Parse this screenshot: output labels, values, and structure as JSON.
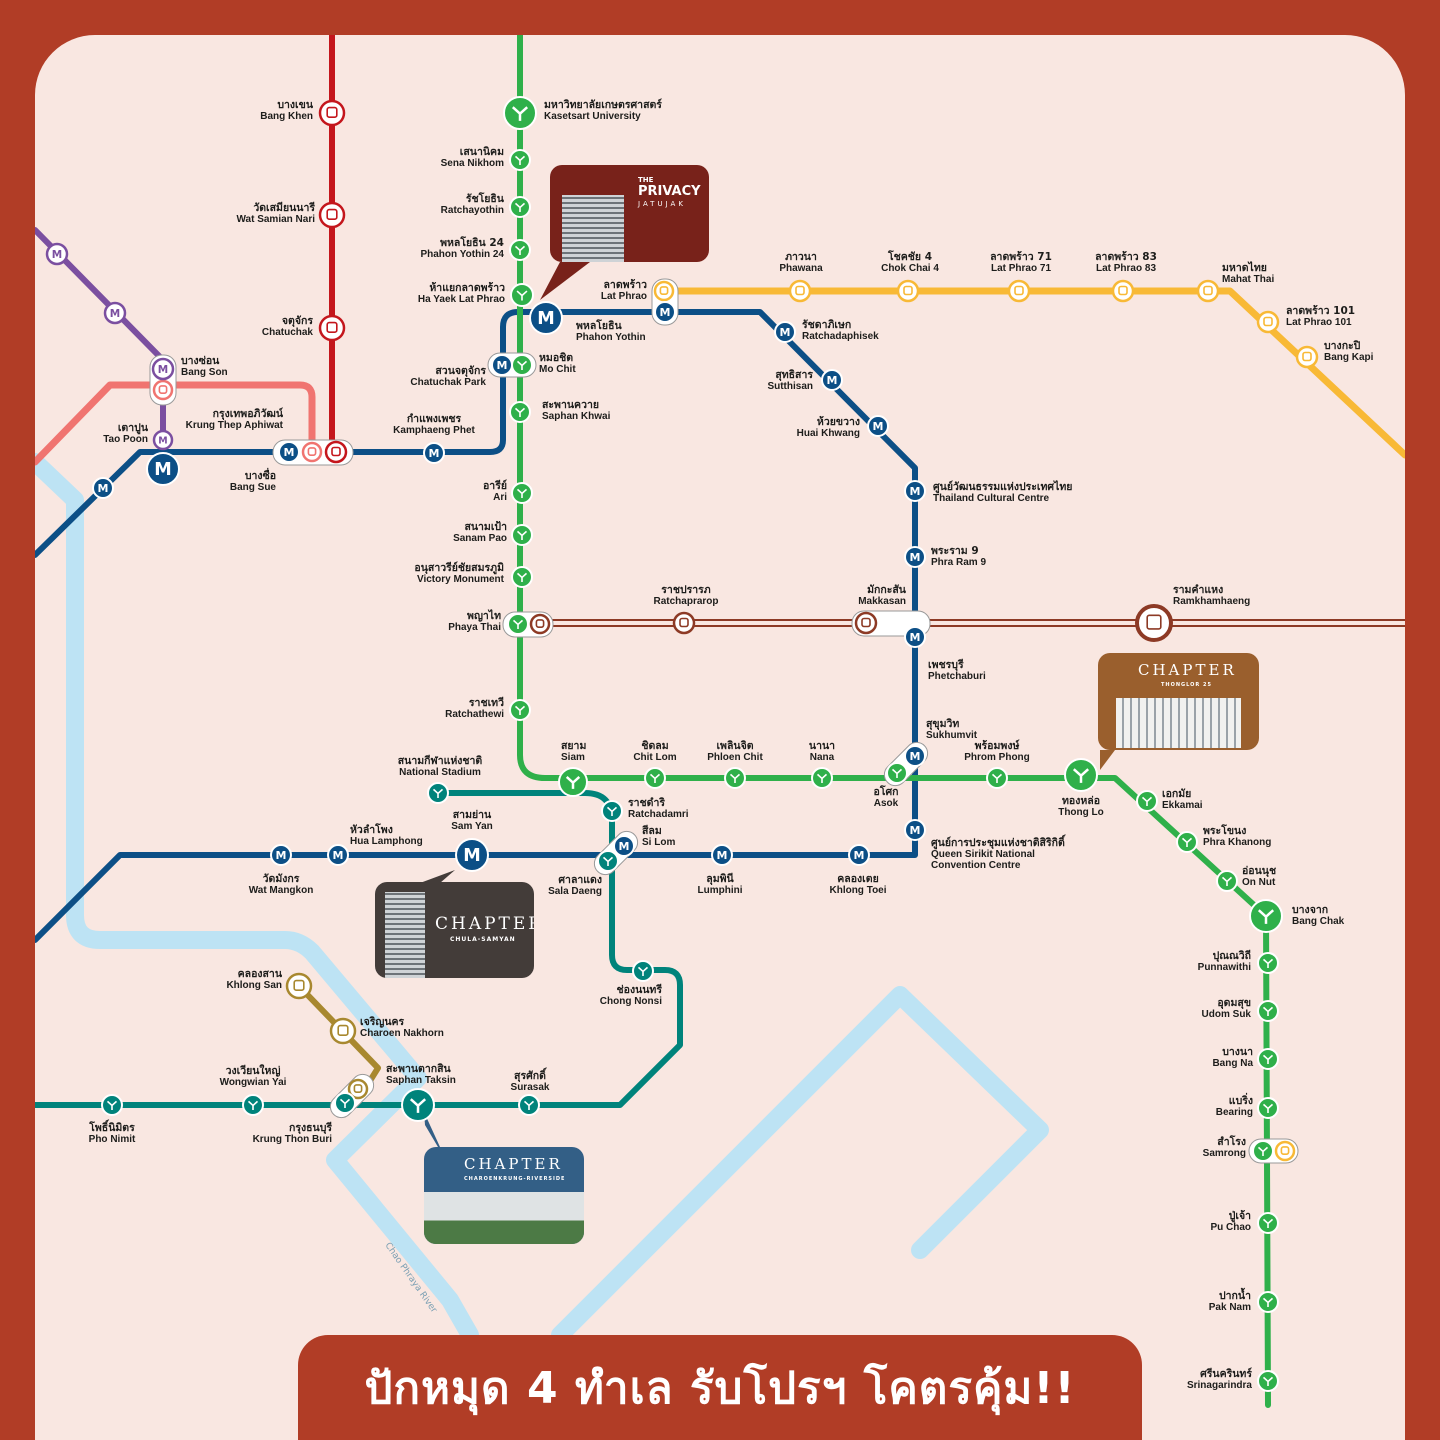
{
  "banner": {
    "text": "ปักหมุด 4 ทำเล รับโปรฯ โคตรคุ้ม!!"
  },
  "river": {
    "label": "Chao Phraya River"
  },
  "colors": {
    "green": "#2fb04a",
    "silom": "#00837b",
    "blue": "#0c4f86",
    "yellow": "#f8b936",
    "purple": "#7b4fa0",
    "red": "#c4161c",
    "lightred": "#f07470",
    "arl": "#8d3a25",
    "gold": "#a8882f",
    "river": "#bde3f4",
    "bg": "#f9e7e1",
    "frame": "#b13d26"
  },
  "projects": [
    {
      "line1": "THE",
      "line2": "PRIVACY",
      "line3": "JATUJAK"
    },
    {
      "title": "CHAPTER",
      "subtitle": "CHULA-SAMYAN"
    },
    {
      "title": "CHAPTER",
      "subtitle": "THONGLOR 25"
    },
    {
      "title": "CHAPTER",
      "subtitle": "CHAROENKRUNG-RIVERSIDE"
    }
  ],
  "lines": {
    "green": [
      {
        "th": "มหาวิทยาลัยเกษตรศาสตร์",
        "en": "Kasetsart University"
      },
      {
        "th": "เสนานิคม",
        "en": "Sena Nikhom"
      },
      {
        "th": "รัชโยธิน",
        "en": "Ratchayothin"
      },
      {
        "th": "พหลโยธิน 24",
        "en": "Phahon Yothin 24"
      },
      {
        "th": "ห้าแยกลาดพร้าว",
        "en": "Ha Yaek Lat Phrao"
      },
      {
        "th": "หมอชิต",
        "en": "Mo Chit"
      },
      {
        "th": "สะพานควาย",
        "en": "Saphan Khwai"
      },
      {
        "th": "อารีย์",
        "en": "Ari"
      },
      {
        "th": "สนามเป้า",
        "en": "Sanam Pao"
      },
      {
        "th": "อนุสาวรีย์ชัยสมรภูมิ",
        "en": "Victory Monument"
      },
      {
        "th": "พญาไท",
        "en": "Phaya Thai"
      },
      {
        "th": "ราชเทวี",
        "en": "Ratchathewi"
      },
      {
        "th": "สยาม",
        "en": "Siam"
      },
      {
        "th": "ชิดลม",
        "en": "Chit Lom"
      },
      {
        "th": "เพลินจิต",
        "en": "Phloen Chit"
      },
      {
        "th": "นานา",
        "en": "Nana"
      },
      {
        "th": "อโศก",
        "en": "Asok"
      },
      {
        "th": "พร้อมพงษ์",
        "en": "Phrom Phong"
      },
      {
        "th": "ทองหล่อ",
        "en": "Thong Lo"
      },
      {
        "th": "เอกมัย",
        "en": "Ekkamai"
      },
      {
        "th": "พระโขนง",
        "en": "Phra Khanong"
      },
      {
        "th": "อ่อนนุช",
        "en": "On Nut"
      },
      {
        "th": "บางจาก",
        "en": "Bang Chak"
      },
      {
        "th": "ปุณณวิถี",
        "en": "Punnawithi"
      },
      {
        "th": "อุดมสุข",
        "en": "Udom Suk"
      },
      {
        "th": "บางนา",
        "en": "Bang Na"
      },
      {
        "th": "แบริ่ง",
        "en": "Bearing"
      },
      {
        "th": "สำโรง",
        "en": "Samrong"
      },
      {
        "th": "ปู่เจ้า",
        "en": "Pu Chao"
      },
      {
        "th": "ปากน้ำ",
        "en": "Pak Nam"
      },
      {
        "th": "ศรีนครินทร์",
        "en": "Srinagarindra"
      }
    ],
    "silom": [
      {
        "th": "สนามกีฬาแห่งชาติ",
        "en": "National Stadium"
      },
      {
        "th": "ราชดำริ",
        "en": "Ratchadamri"
      },
      {
        "th": "ศาลาแดง",
        "en": "Sala Daeng"
      },
      {
        "th": "ช่องนนทรี",
        "en": "Chong Nonsi"
      },
      {
        "th": "สุรศักดิ์",
        "en": "Surasak"
      },
      {
        "th": "สะพานตากสิน",
        "en": "Saphan Taksin"
      },
      {
        "th": "กรุงธนบุรี",
        "en": "Krung Thon Buri"
      },
      {
        "th": "วงเวียนใหญ่",
        "en": "Wongwian Yai"
      },
      {
        "th": "โพธิ์นิมิตร",
        "en": "Pho Nimit"
      }
    ],
    "blue": [
      {
        "th": "เตาปูน",
        "en": "Tao Poon"
      },
      {
        "th": "บางซื่อ",
        "en": "Bang Sue"
      },
      {
        "th": "กำแพงเพชร",
        "en": "Kamphaeng Phet"
      },
      {
        "th": "สวนจตุจักร",
        "en": "Chatuchak Park"
      },
      {
        "th": "พหลโยธิน",
        "en": "Phahon Yothin"
      },
      {
        "th": "ลาดพร้าว",
        "en": "Lat Phrao"
      },
      {
        "th": "รัชดาภิเษก",
        "en": "Ratchadaphisek"
      },
      {
        "th": "สุทธิสาร",
        "en": "Sutthisan"
      },
      {
        "th": "ห้วยขวาง",
        "en": "Huai Khwang"
      },
      {
        "th": "ศูนย์วัฒนธรรมแห่งประเทศไทย",
        "en": "Thailand Cultural Centre"
      },
      {
        "th": "พระราม 9",
        "en": "Phra Ram 9"
      },
      {
        "th": "เพชรบุรี",
        "en": "Phetchaburi"
      },
      {
        "th": "สุขุมวิท",
        "en": "Sukhumvit"
      },
      {
        "th": "ศูนย์การประชุมแห่งชาติสิริกิติ์",
        "en": "Queen Sirikit National",
        "en2": "Convention Centre"
      },
      {
        "th": "คลองเตย",
        "en": "Khlong Toei"
      },
      {
        "th": "ลุมพินี",
        "en": "Lumphini"
      },
      {
        "th": "สีลม",
        "en": "Si Lom"
      },
      {
        "th": "สามย่าน",
        "en": "Sam Yan"
      },
      {
        "th": "หัวลำโพง",
        "en": "Hua Lamphong"
      },
      {
        "th": "วัดมังกร",
        "en": "Wat Mangkon"
      }
    ],
    "purple": [
      {
        "th": "บางซ่อน",
        "en": "Bang Son"
      }
    ],
    "red": [
      {
        "th": "บางเขน",
        "en": "Bang Khen"
      },
      {
        "th": "วัดเสมียนนารี",
        "en": "Wat Samian Nari"
      },
      {
        "th": "จตุจักร",
        "en": "Chatuchak"
      },
      {
        "th": "กรุงเทพอภิวัฒน์",
        "en": "Krung Thep Aphiwat"
      }
    ],
    "yellow": [
      {
        "th": "ภาวนา",
        "en": "Phawana"
      },
      {
        "th": "โชคชัย 4",
        "en": "Chok Chai 4"
      },
      {
        "th": "ลาดพร้าว 71",
        "en": "Lat Phrao 71"
      },
      {
        "th": "ลาดพร้าว 83",
        "en": "Lat Phrao 83"
      },
      {
        "th": "มหาดไทย",
        "en": "Mahat Thai"
      },
      {
        "th": "ลาดพร้าว 101",
        "en": "Lat Phrao 101"
      },
      {
        "th": "บางกะปิ",
        "en": "Bang Kapi"
      }
    ],
    "arl": [
      {
        "th": "ราชปรารภ",
        "en": "Ratchaprarop"
      },
      {
        "th": "มักกะสัน",
        "en": "Makkasan"
      },
      {
        "th": "รามคำแหง",
        "en": "Ramkhamhaeng"
      }
    ],
    "gold": [
      {
        "th": "คลองสาน",
        "en": "Khlong San"
      },
      {
        "th": "เจริญนคร",
        "en": "Charoen Nakhorn"
      }
    ]
  }
}
